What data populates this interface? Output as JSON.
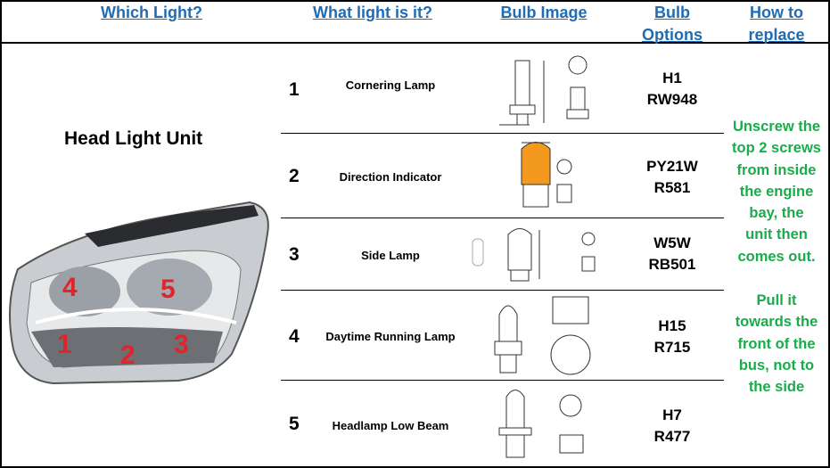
{
  "headers": {
    "which": "Which Light?",
    "what": "What light is it?",
    "image": "Bulb Image",
    "options_1": "Bulb",
    "options_2": "Options",
    "how_1": "How to",
    "how_2": "replace"
  },
  "unit_title": "Head Light Unit",
  "lamp_markers": [
    "1",
    "2",
    "3",
    "4",
    "5"
  ],
  "rows": [
    {
      "num": "1",
      "name": "Cornering Lamp",
      "opt1": "H1",
      "opt2": "RW948"
    },
    {
      "num": "2",
      "name": "Direction Indicator",
      "opt1": "PY21W",
      "opt2": "R581"
    },
    {
      "num": "3",
      "name": "Side Lamp",
      "opt1": "W5W",
      "opt2": "RB501"
    },
    {
      "num": "4",
      "name": "Daytime Running Lamp",
      "opt1": "H15",
      "opt2": "R715"
    },
    {
      "num": "5",
      "name": "Headlamp Low Beam",
      "opt1": "H7",
      "opt2": "R477"
    }
  ],
  "instructions": {
    "p1": [
      "Unscrew the",
      "top 2 screws",
      "from inside",
      "the engine",
      "bay, the",
      "unit then",
      "comes out."
    ],
    "p2": [
      "Pull it",
      "towards the",
      "front of the",
      "bus, not to",
      "the side"
    ]
  },
  "colors": {
    "header": "#1f6cb5",
    "instructions": "#1aab4b",
    "markers": "#e0242a",
    "indicator": "#f39a1e"
  }
}
